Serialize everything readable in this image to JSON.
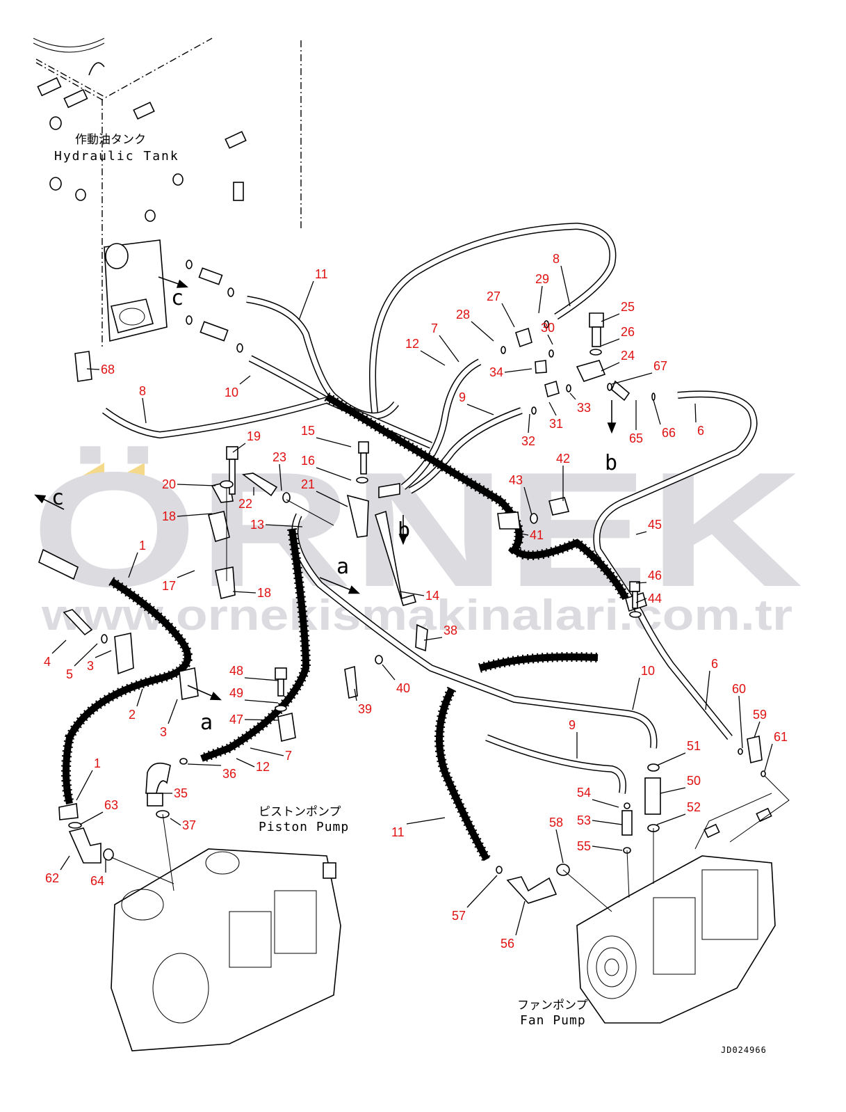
{
  "diagram": {
    "drawing_id": "JD024966",
    "labels": {
      "hydraulic_tank_jp": "作動油タンク",
      "hydraulic_tank_en": "Hydraulic Tank",
      "piston_pump_jp": "ピストンポンプ",
      "piston_pump_en": "Piston Pump",
      "fan_pump_jp": "ファンポンプ",
      "fan_pump_en": "Fan Pump"
    },
    "view_markers": {
      "a": "a",
      "b": "b",
      "c": "c"
    },
    "watermark": {
      "logo": "ÖRNEK",
      "url": "www.ornekismakinalari.com.tr"
    },
    "callouts": [
      {
        "id": "c1a",
        "text": "1"
      },
      {
        "id": "c1b",
        "text": "1"
      },
      {
        "id": "c2",
        "text": "2"
      },
      {
        "id": "c3a",
        "text": "3"
      },
      {
        "id": "c3b",
        "text": "3"
      },
      {
        "id": "c4",
        "text": "4"
      },
      {
        "id": "c5",
        "text": "5"
      },
      {
        "id": "c6a",
        "text": "6"
      },
      {
        "id": "c6b",
        "text": "6"
      },
      {
        "id": "c7a",
        "text": "7"
      },
      {
        "id": "c7b",
        "text": "7"
      },
      {
        "id": "c8a",
        "text": "8"
      },
      {
        "id": "c8b",
        "text": "8"
      },
      {
        "id": "c9a",
        "text": "9"
      },
      {
        "id": "c9b",
        "text": "9"
      },
      {
        "id": "c10a",
        "text": "10"
      },
      {
        "id": "c10b",
        "text": "10"
      },
      {
        "id": "c11a",
        "text": "11"
      },
      {
        "id": "c11b",
        "text": "11"
      },
      {
        "id": "c12a",
        "text": "12"
      },
      {
        "id": "c12b",
        "text": "12"
      },
      {
        "id": "c13",
        "text": "13"
      },
      {
        "id": "c14",
        "text": "14"
      },
      {
        "id": "c15",
        "text": "15"
      },
      {
        "id": "c16",
        "text": "16"
      },
      {
        "id": "c17",
        "text": "17"
      },
      {
        "id": "c18a",
        "text": "18"
      },
      {
        "id": "c18b",
        "text": "18"
      },
      {
        "id": "c19",
        "text": "19"
      },
      {
        "id": "c20",
        "text": "20"
      },
      {
        "id": "c21",
        "text": "21"
      },
      {
        "id": "c22",
        "text": "22"
      },
      {
        "id": "c23",
        "text": "23"
      },
      {
        "id": "c24",
        "text": "24"
      },
      {
        "id": "c25",
        "text": "25"
      },
      {
        "id": "c26",
        "text": "26"
      },
      {
        "id": "c27",
        "text": "27"
      },
      {
        "id": "c28",
        "text": "28"
      },
      {
        "id": "c29",
        "text": "29"
      },
      {
        "id": "c30",
        "text": "30"
      },
      {
        "id": "c31",
        "text": "31"
      },
      {
        "id": "c32",
        "text": "32"
      },
      {
        "id": "c33",
        "text": "33"
      },
      {
        "id": "c34",
        "text": "34"
      },
      {
        "id": "c35",
        "text": "35"
      },
      {
        "id": "c36",
        "text": "36"
      },
      {
        "id": "c37",
        "text": "37"
      },
      {
        "id": "c38",
        "text": "38"
      },
      {
        "id": "c39",
        "text": "39"
      },
      {
        "id": "c40",
        "text": "40"
      },
      {
        "id": "c41",
        "text": "41"
      },
      {
        "id": "c42",
        "text": "42"
      },
      {
        "id": "c43",
        "text": "43"
      },
      {
        "id": "c44",
        "text": "44"
      },
      {
        "id": "c45",
        "text": "45"
      },
      {
        "id": "c46",
        "text": "46"
      },
      {
        "id": "c47",
        "text": "47"
      },
      {
        "id": "c48",
        "text": "48"
      },
      {
        "id": "c49",
        "text": "49"
      },
      {
        "id": "c50",
        "text": "50"
      },
      {
        "id": "c51",
        "text": "51"
      },
      {
        "id": "c52",
        "text": "52"
      },
      {
        "id": "c53",
        "text": "53"
      },
      {
        "id": "c54",
        "text": "54"
      },
      {
        "id": "c55",
        "text": "55"
      },
      {
        "id": "c56",
        "text": "56"
      },
      {
        "id": "c57",
        "text": "57"
      },
      {
        "id": "c58",
        "text": "58"
      },
      {
        "id": "c59",
        "text": "59"
      },
      {
        "id": "c60",
        "text": "60"
      },
      {
        "id": "c61",
        "text": "61"
      },
      {
        "id": "c62",
        "text": "62"
      },
      {
        "id": "c63",
        "text": "63"
      },
      {
        "id": "c64",
        "text": "64"
      },
      {
        "id": "c65",
        "text": "65"
      },
      {
        "id": "c66",
        "text": "66"
      },
      {
        "id": "c67",
        "text": "67"
      },
      {
        "id": "c68",
        "text": "68"
      }
    ],
    "colors": {
      "callout": "#e01010",
      "watermark_gray": "#dcdbe0",
      "watermark_gold": "#f5d98a",
      "line": "#000000"
    }
  }
}
